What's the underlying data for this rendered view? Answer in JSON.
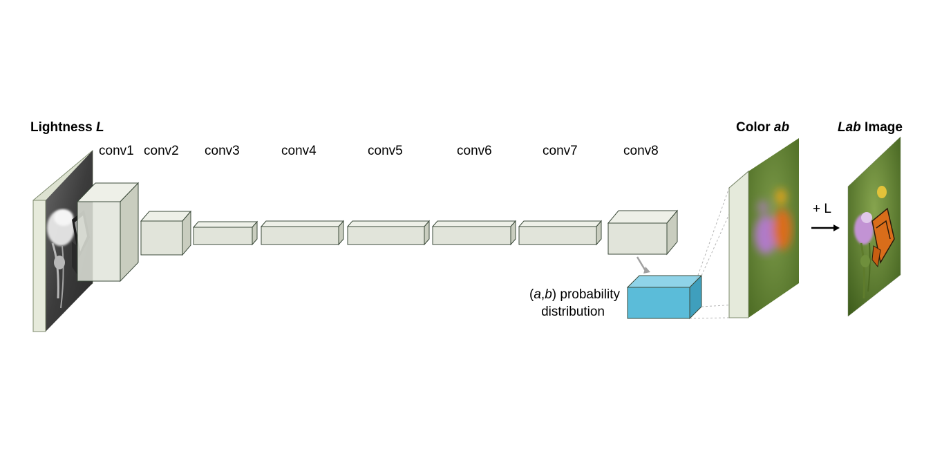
{
  "inputs": {
    "lightness": {
      "prefix": "Lightness ",
      "var": "L"
    }
  },
  "conv_layers": [
    "conv1",
    "conv2",
    "conv3",
    "conv4",
    "conv5",
    "conv6",
    "conv7",
    "conv8"
  ],
  "probability": {
    "open": "(",
    "a": "a",
    "comma": ",",
    "b": "b",
    "close": ")",
    "word": " probability",
    "line2": "distribution"
  },
  "outputs": {
    "color": {
      "prefix": "Color ",
      "var": "ab"
    },
    "lab": {
      "var": "Lab",
      "suffix": " Image"
    }
  },
  "operation": "+ L",
  "colors": {
    "block_front": "#e1e4da",
    "block_top": "#eef0e8",
    "block_side": "#c9cdbf",
    "block_edge": "#3b4a3a",
    "prob_front": "#5bbcd9",
    "prob_top": "#8fd3e8",
    "prob_side": "#3f9fbd",
    "thistle_purple": "#b07ac8",
    "butterfly_orange": "#d96d1a",
    "foliage_green": "#6f8f3c"
  }
}
